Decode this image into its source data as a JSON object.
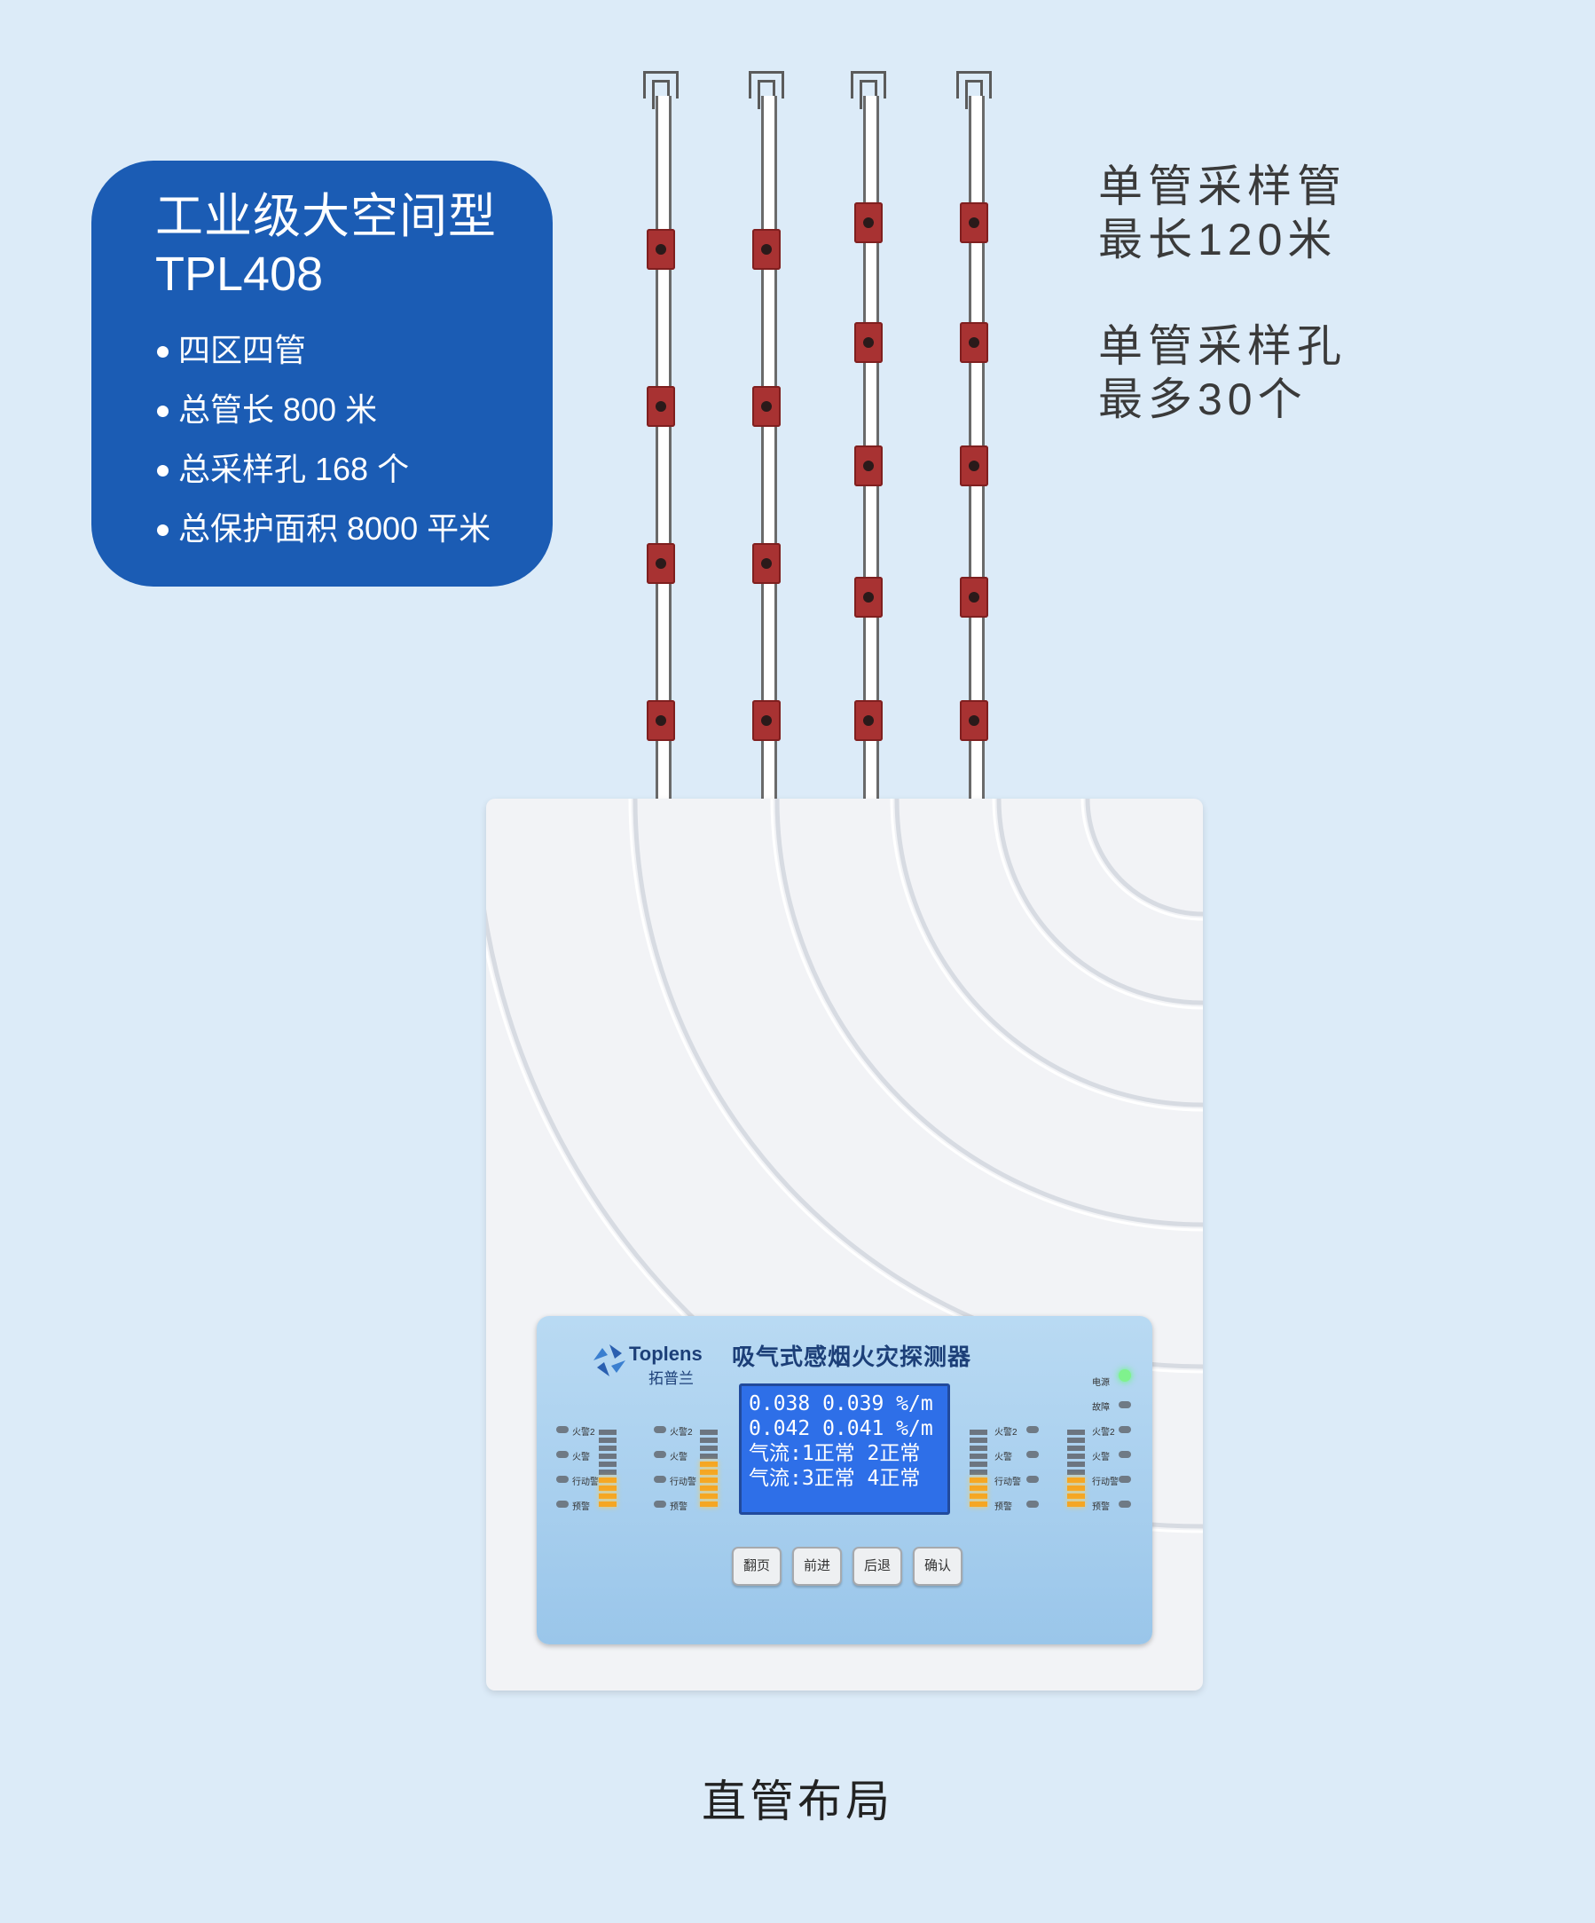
{
  "info_card": {
    "title": "工业级大空间型",
    "model": "TPL408",
    "bullets": [
      "四区四管",
      "总管长 800 米",
      "总采样孔 168 个",
      "总保护面积 8000 平米"
    ]
  },
  "specs": {
    "line1a": "单管采样管",
    "line1b": "最长120米",
    "line2a": "单管采样孔",
    "line2b": "最多30个"
  },
  "device": {
    "brand_name": "Toplens",
    "brand_cn": "拓普兰",
    "panel_title": "吸气式感烟火灾探测器",
    "lcd_lines": [
      "0.038  0.039 %/m",
      "0.042  0.041 %/m",
      "气流:1正常 2正常",
      "气流:3正常 4正常"
    ],
    "buttons": [
      "翻页",
      "前进",
      "后退",
      "确认"
    ],
    "led_labels": [
      "火警2",
      "火警",
      "行动警",
      "预警"
    ],
    "status_labels": [
      "电源",
      "故障",
      "火警2",
      "火警",
      "行动警",
      "预警"
    ]
  },
  "caption": "直管布局"
}
